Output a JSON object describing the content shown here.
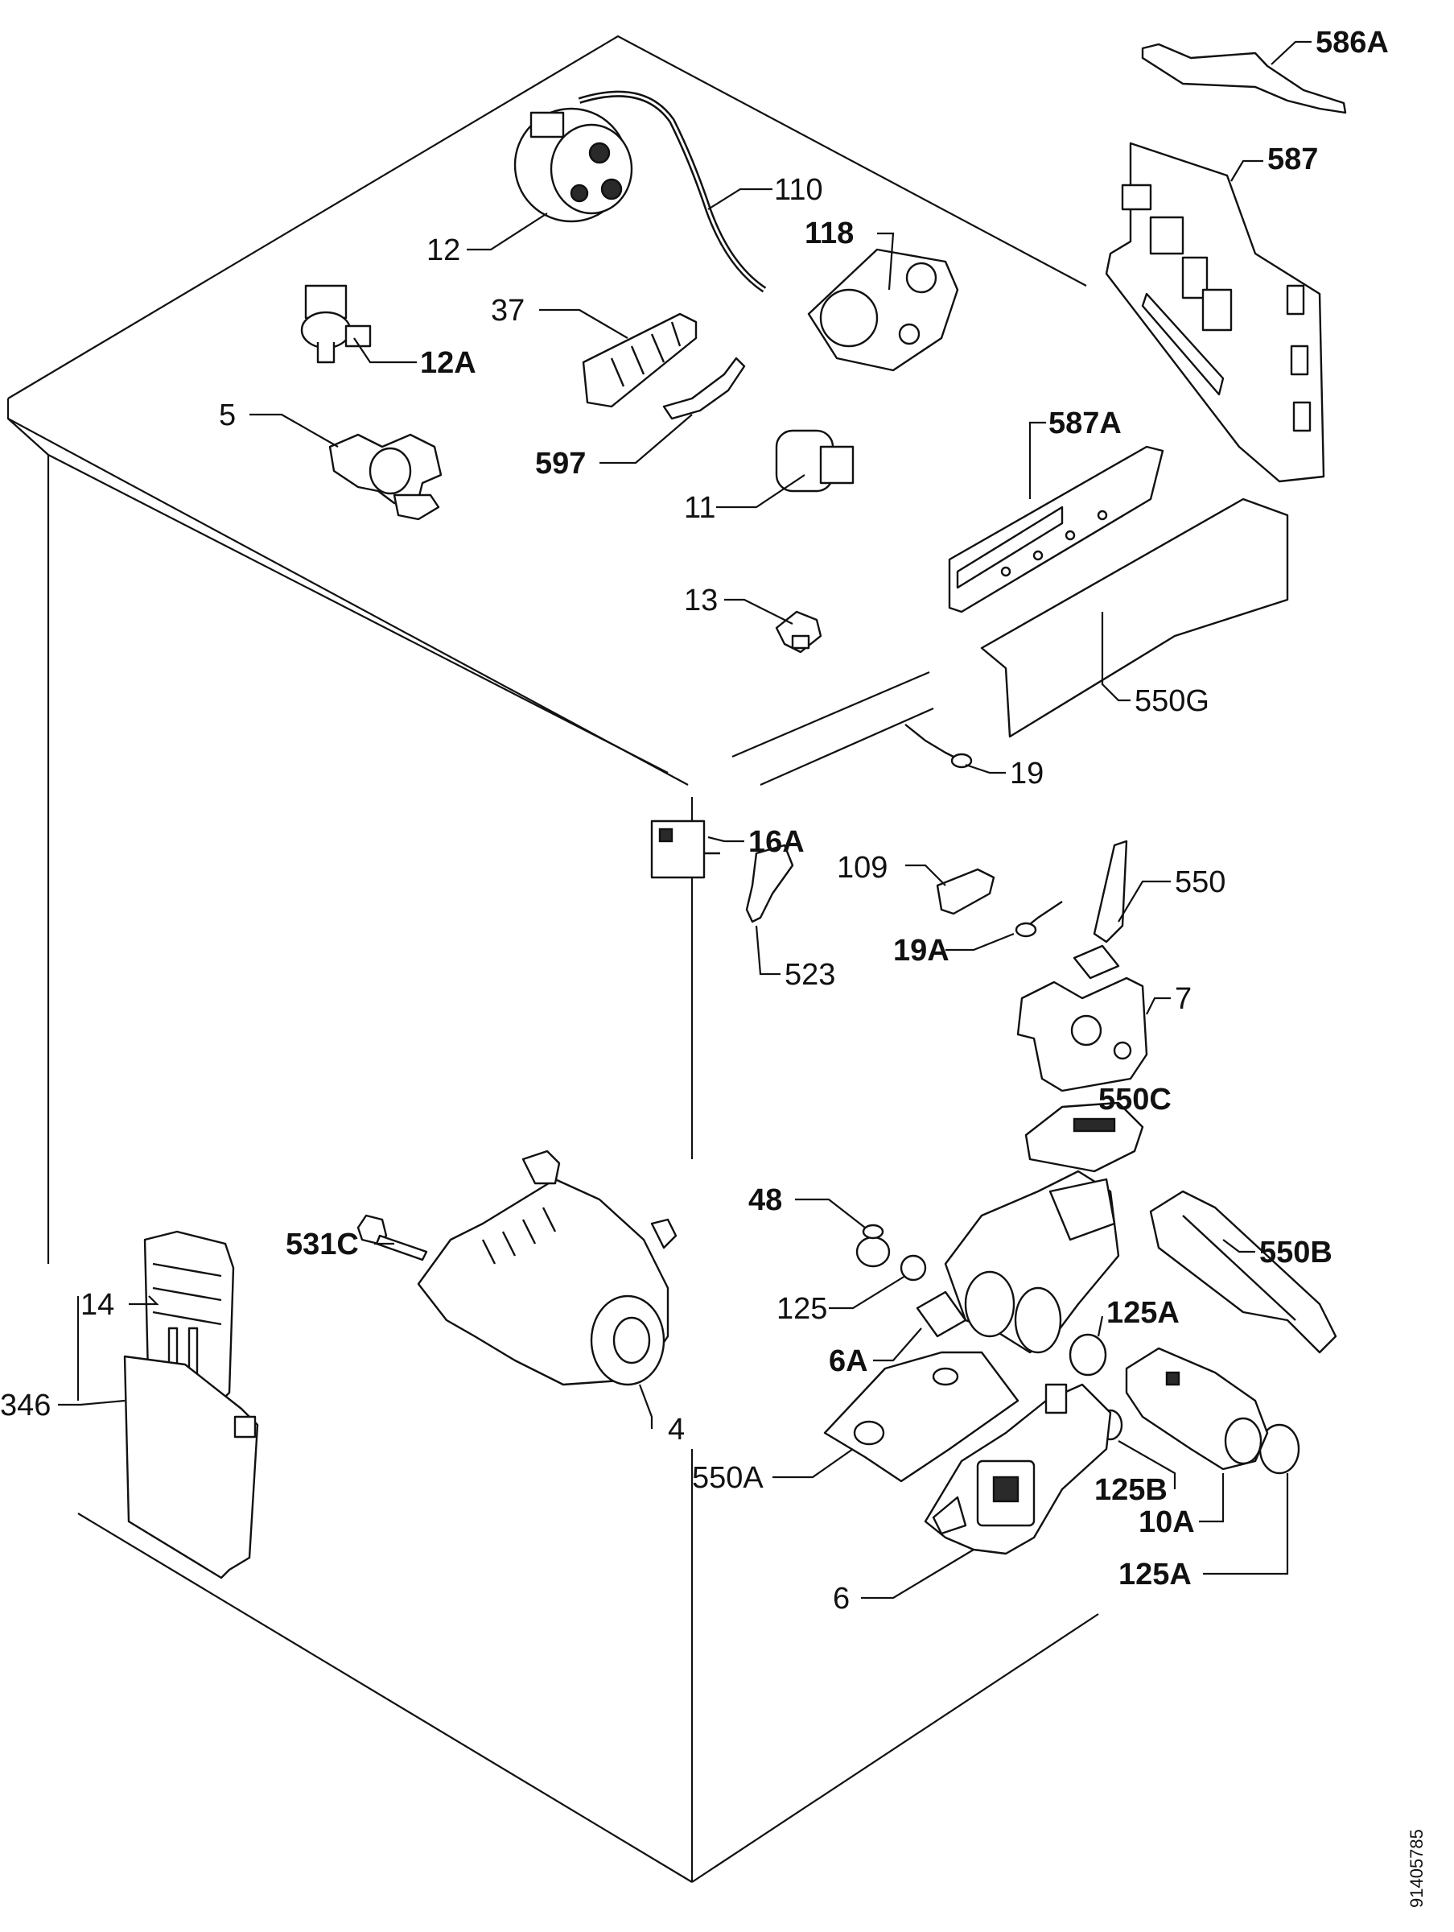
{
  "labels": {
    "l586A": "586A",
    "l587": "587",
    "l110": "110",
    "l12": "12",
    "l118": "118",
    "l37": "37",
    "l12A": "12A",
    "l5": "5",
    "l587A": "587A",
    "l597": "597",
    "l11": "11",
    "l13": "13",
    "l550G": "550G",
    "l19": "19",
    "l16A": "16A",
    "l109": "109",
    "l550": "550",
    "l19A": "19A",
    "l523": "523",
    "l7": "7",
    "l550C": "550C",
    "l48": "48",
    "l531C": "531C",
    "l550B": "550B",
    "l14": "14",
    "l125": "125",
    "l125A_1": "125A",
    "l6A": "6A",
    "l346": "346",
    "l4": "4",
    "l550A": "550A",
    "l125B": "125B",
    "l10A": "10A",
    "l125A_2": "125A",
    "l6": "6"
  },
  "doc_id": "91405785"
}
